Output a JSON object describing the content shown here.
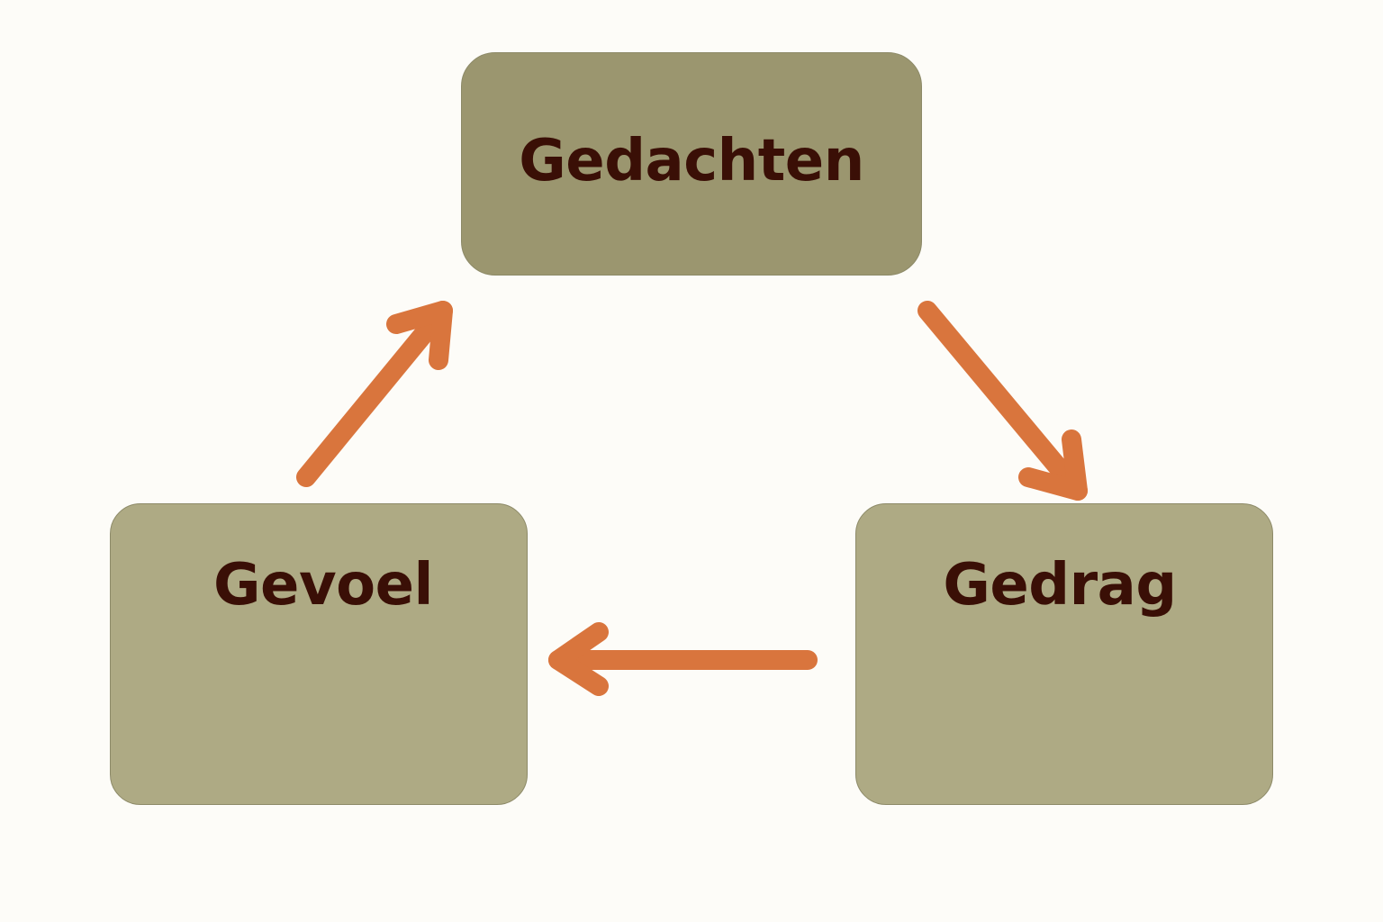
{
  "diagram": {
    "nodes": [
      {
        "id": "gedachten",
        "label": "Gedachten"
      },
      {
        "id": "gevoel",
        "label": "Gevoel"
      },
      {
        "id": "gedrag",
        "label": "Gedrag"
      }
    ],
    "edges": [
      {
        "from": "gedachten",
        "to": "gedrag"
      },
      {
        "from": "gedrag",
        "to": "gevoel"
      },
      {
        "from": "gevoel",
        "to": "gedachten"
      }
    ],
    "colors": {
      "background": "#fdfcf8",
      "top_box": "#9b966f",
      "bottom_boxes": "#aeaa84",
      "label_text": "#3a0f06",
      "arrow": "#d9753d"
    }
  }
}
